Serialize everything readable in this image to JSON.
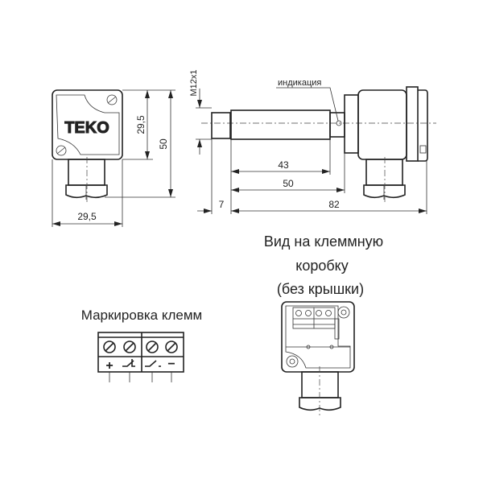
{
  "front_view": {
    "logo": "TEKO",
    "dim_height_box": "29,5",
    "dim_height_total": "50",
    "dim_width": "29,5"
  },
  "side_view": {
    "thread_label": "M12x1",
    "indication_label": "индикация",
    "dim_43": "43",
    "dim_50": "50",
    "dim_7": "7",
    "dim_82": "82"
  },
  "terminal_box": {
    "title_line1": "Вид на клеммную",
    "title_line2": "коробку",
    "title_line3": "(без крышки)"
  },
  "terminal_marking": {
    "title": "Маркировка клемм",
    "terminals": [
      "+",
      "NC",
      "NO",
      "−"
    ]
  }
}
